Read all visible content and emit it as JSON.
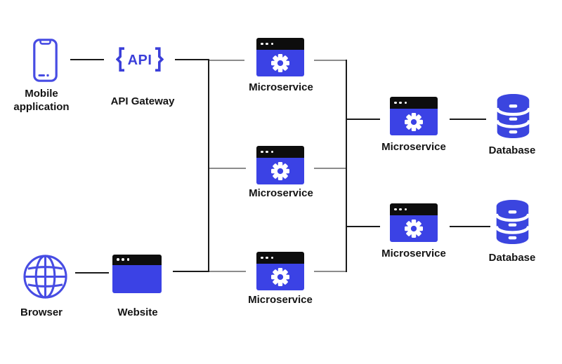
{
  "diagram_type": "microservices-architecture",
  "colors": {
    "primary_blue": "#3b42e5",
    "outline_blue": "#474ce3",
    "api_text_blue": "#3b3fd9",
    "titlebar_black": "#0d0d0d",
    "connector_black": "#1a1a1a",
    "connector_gray": "#8c8c8c",
    "label_color": "#141414",
    "background": "#ffffff"
  },
  "nodes": {
    "mobile": {
      "label": "Mobile application",
      "icon": "smartphone-icon"
    },
    "gateway": {
      "label": "API Gateway",
      "icon": "api-braces-icon",
      "icon_text": "API"
    },
    "ms1": {
      "label": "Microservice",
      "icon": "window-gear-icon"
    },
    "ms2": {
      "label": "Microservice",
      "icon": "window-gear-icon"
    },
    "ms3": {
      "label": "Microservice",
      "icon": "window-gear-icon"
    },
    "ms4": {
      "label": "Microservice",
      "icon": "window-gear-icon"
    },
    "ms5": {
      "label": "Microservice",
      "icon": "window-gear-icon"
    },
    "db1": {
      "label": "Database",
      "icon": "database-icon"
    },
    "db2": {
      "label": "Database",
      "icon": "database-icon"
    },
    "browser": {
      "label": "Browser",
      "icon": "globe-icon"
    },
    "website": {
      "label": "Website",
      "icon": "browser-window-icon"
    }
  },
  "connections": [
    {
      "from": "mobile",
      "to": "gateway"
    },
    {
      "from": "browser",
      "to": "website"
    },
    {
      "from": "gateway",
      "to": "left-trunk"
    },
    {
      "from": "website",
      "to": "left-trunk"
    },
    {
      "from": "left-trunk",
      "to": "ms1"
    },
    {
      "from": "left-trunk",
      "to": "ms2"
    },
    {
      "from": "left-trunk",
      "to": "ms3"
    },
    {
      "from": "ms1",
      "to": "right-trunk"
    },
    {
      "from": "ms2",
      "to": "right-trunk"
    },
    {
      "from": "ms3",
      "to": "right-trunk"
    },
    {
      "from": "right-trunk",
      "to": "ms4"
    },
    {
      "from": "right-trunk",
      "to": "ms5"
    },
    {
      "from": "ms4",
      "to": "db1"
    },
    {
      "from": "ms5",
      "to": "db2"
    }
  ]
}
